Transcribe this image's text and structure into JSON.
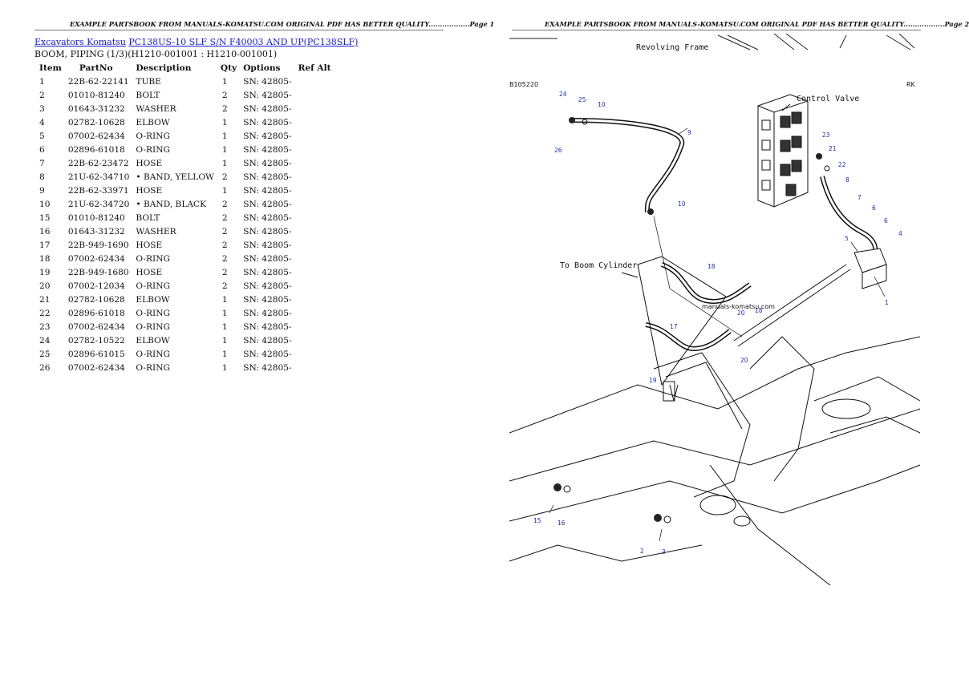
{
  "page1": {
    "header": "EXAMPLE PARTSBOOK FROM MANUALS-KOMATSU.COM ORIGINAL PDF HAS BETTER QUALITY..................Page 1",
    "breadcrumb": {
      "link1": "Excavators Komatsu",
      "link2": "PC138US-10 SLF S/N F40003 AND UP(PC138SLF)"
    },
    "subtitle": "BOOM, PIPING (1/3)(H1210-001001 : H1210-001001)",
    "columns": [
      "Item",
      "PartNo",
      "Description",
      "Qty",
      "Options",
      "Ref Alt"
    ],
    "rows": [
      {
        "item": "1",
        "part": "22B-62-22141",
        "desc": "TUBE",
        "qty": "1",
        "opt": "SN: 42805-"
      },
      {
        "item": "2",
        "part": "01010-81240",
        "desc": "BOLT",
        "qty": "2",
        "opt": "SN: 42805-"
      },
      {
        "item": "3",
        "part": "01643-31232",
        "desc": "WASHER",
        "qty": "2",
        "opt": "SN: 42805-"
      },
      {
        "item": "4",
        "part": "02782-10628",
        "desc": "ELBOW",
        "qty": "1",
        "opt": "SN: 42805-"
      },
      {
        "item": "5",
        "part": "07002-62434",
        "desc": "O-RING",
        "qty": "1",
        "opt": "SN: 42805-"
      },
      {
        "item": "6",
        "part": "02896-61018",
        "desc": "O-RING",
        "qty": "1",
        "opt": "SN: 42805-"
      },
      {
        "item": "7",
        "part": "22B-62-23472",
        "desc": "HOSE",
        "qty": "1",
        "opt": "SN: 42805-"
      },
      {
        "item": "8",
        "part": "21U-62-34710",
        "desc": "• BAND, YELLOW",
        "qty": "2",
        "opt": "SN: 42805-"
      },
      {
        "item": "9",
        "part": "22B-62-33971",
        "desc": "HOSE",
        "qty": "1",
        "opt": "SN: 42805-"
      },
      {
        "item": "10",
        "part": "21U-62-34720",
        "desc": "• BAND, BLACK",
        "qty": "2",
        "opt": "SN: 42805-"
      },
      {
        "item": "15",
        "part": "01010-81240",
        "desc": "BOLT",
        "qty": "2",
        "opt": "SN: 42805-"
      },
      {
        "item": "16",
        "part": "01643-31232",
        "desc": "WASHER",
        "qty": "2",
        "opt": "SN: 42805-"
      },
      {
        "item": "17",
        "part": "22B-949-1690",
        "desc": "HOSE",
        "qty": "2",
        "opt": "SN: 42805-"
      },
      {
        "item": "18",
        "part": "07002-62434",
        "desc": "O-RING",
        "qty": "2",
        "opt": "SN: 42805-"
      },
      {
        "item": "19",
        "part": "22B-949-1680",
        "desc": "HOSE",
        "qty": "2",
        "opt": "SN: 42805-"
      },
      {
        "item": "20",
        "part": "07002-12034",
        "desc": "O-RING",
        "qty": "2",
        "opt": "SN: 42805-"
      },
      {
        "item": "21",
        "part": "02782-10628",
        "desc": "ELBOW",
        "qty": "1",
        "opt": "SN: 42805-"
      },
      {
        "item": "22",
        "part": "02896-61018",
        "desc": "O-RING",
        "qty": "1",
        "opt": "SN: 42805-"
      },
      {
        "item": "23",
        "part": "07002-62434",
        "desc": "O-RING",
        "qty": "1",
        "opt": "SN: 42805-"
      },
      {
        "item": "24",
        "part": "02782-10522",
        "desc": "ELBOW",
        "qty": "1",
        "opt": "SN: 42805-"
      },
      {
        "item": "25",
        "part": "02896-61015",
        "desc": "O-RING",
        "qty": "1",
        "opt": "SN: 42805-"
      },
      {
        "item": "26",
        "part": "07002-62434",
        "desc": "O-RING",
        "qty": "1",
        "opt": "SN: 42805-"
      }
    ]
  },
  "page2": {
    "header": "EXAMPLE PARTSBOOK FROM MANUALS-KOMATSU.COM ORIGINAL PDF HAS BETTER QUALITY..................Page 2",
    "diagram": {
      "frame_title": "Revolving Frame",
      "fig_code": "B105220",
      "corner_code": "RK",
      "control_valve": "Control Valve",
      "to_boom": "To Boom Cylinder",
      "watermark": "manuals-komatsu.com",
      "callouts": [
        "24",
        "25",
        "10",
        "26",
        "9",
        "10",
        "23",
        "21",
        "22",
        "8",
        "7",
        "6",
        "6",
        "4",
        "5",
        "18",
        "1",
        "18",
        "20",
        "17",
        "20",
        "19",
        "15",
        "16",
        "2",
        "3"
      ]
    }
  }
}
